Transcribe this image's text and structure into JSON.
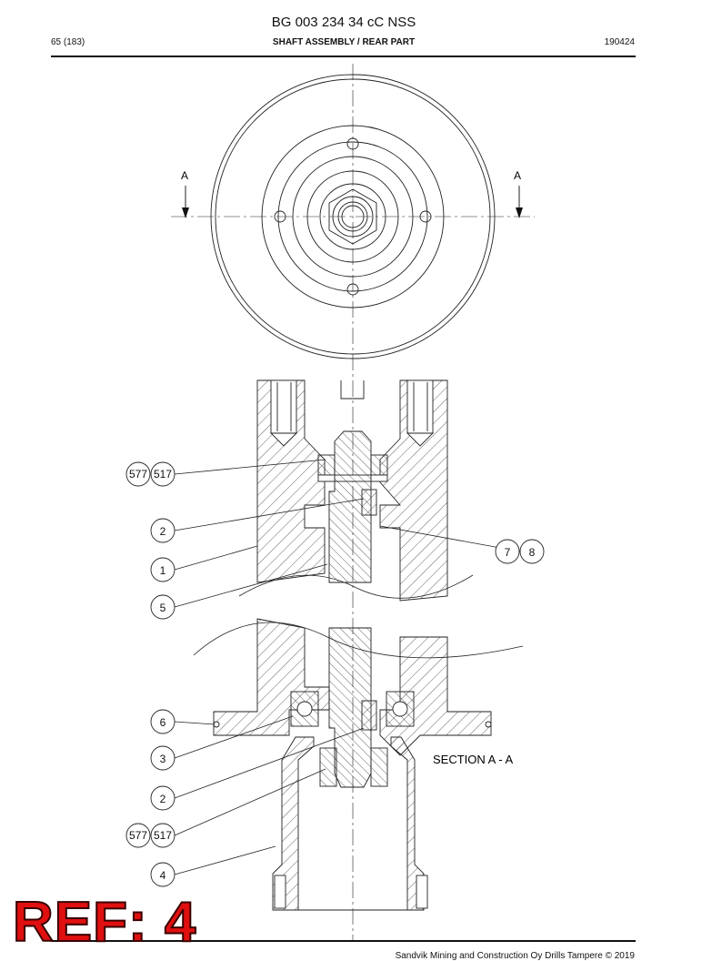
{
  "header": {
    "doc_number": "BG 003 234 34 cC NSS",
    "page": "65 (183)",
    "section_title": "SHAFT ASSEMBLY / REAR PART",
    "date_code": "190424"
  },
  "drawing": {
    "section_marker": "A",
    "section_label": "SECTION A - A",
    "balloons": {
      "p577": "577",
      "p517": "517",
      "p2": "2",
      "p1": "1",
      "p5": "5",
      "p7": "7",
      "p8": "8",
      "p6": "6",
      "p3": "3",
      "p4": "4"
    }
  },
  "footer": {
    "copyright": "Sandvik Mining and Construction Oy Drills Tampere © 2019"
  },
  "overlay": {
    "ref_label": "REF: 4",
    "ref_color": "#e01010"
  }
}
